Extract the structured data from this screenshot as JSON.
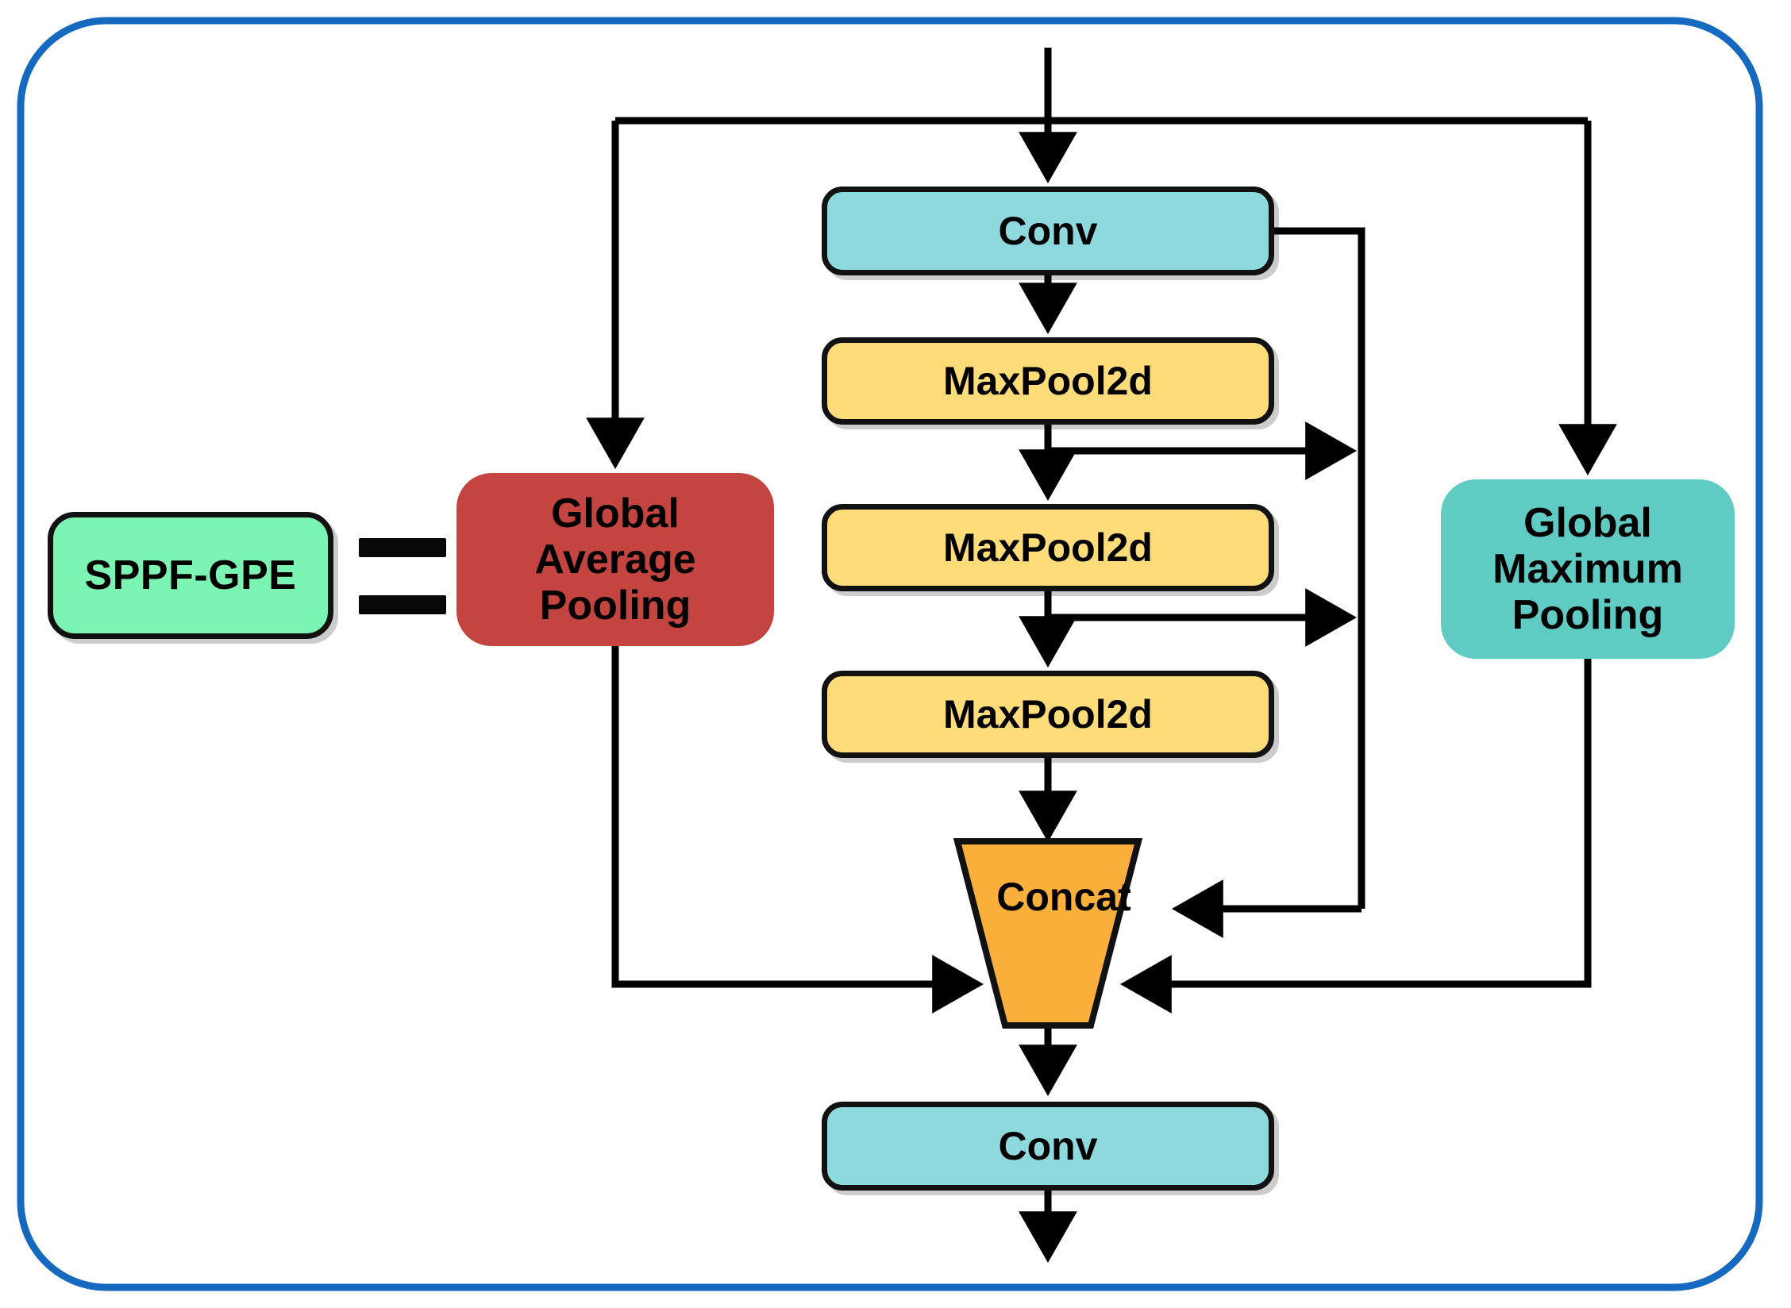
{
  "diagram": {
    "title": "SPPF-GPE",
    "outer_border_color": "#1569BF",
    "equals_symbol": "=",
    "nodes": [
      {
        "id": "sppf_gpe",
        "label": "SPPF-GPE",
        "shape": "rounded-rect",
        "color": "#7DF5B2",
        "bordered": true
      },
      {
        "id": "gap",
        "label": "Global\nAverage\nPooling",
        "shape": "rounded-rect",
        "color": "#C44440",
        "bordered": false
      },
      {
        "id": "conv_top",
        "label": "Conv",
        "shape": "rounded-rect",
        "color": "#8ED9DE",
        "bordered": true
      },
      {
        "id": "maxpool_1",
        "label": "MaxPool2d",
        "shape": "rounded-rect",
        "color": "#FFDC7A",
        "bordered": true
      },
      {
        "id": "maxpool_2",
        "label": "MaxPool2d",
        "shape": "rounded-rect",
        "color": "#FFDC7A",
        "bordered": true
      },
      {
        "id": "maxpool_3",
        "label": "MaxPool2d",
        "shape": "rounded-rect",
        "color": "#FFDC7A",
        "bordered": true
      },
      {
        "id": "concat",
        "label": "Concat",
        "shape": "inverted-trapezoid",
        "color": "#FBB03B",
        "bordered": true
      },
      {
        "id": "gmp",
        "label": "Global\nMaximum\nPooling",
        "shape": "rounded-rect",
        "color": "#5FCBC2",
        "bordered": false
      },
      {
        "id": "conv_bot",
        "label": "Conv",
        "shape": "rounded-rect",
        "color": "#8ED9DE",
        "bordered": true
      }
    ],
    "edges": [
      {
        "from": "input",
        "to": "conv_top"
      },
      {
        "from": "input",
        "to": "gap"
      },
      {
        "from": "input",
        "to": "gmp"
      },
      {
        "from": "conv_top",
        "to": "maxpool_1"
      },
      {
        "from": "conv_top",
        "to": "concat"
      },
      {
        "from": "maxpool_1",
        "to": "maxpool_2"
      },
      {
        "from": "maxpool_1",
        "to": "concat"
      },
      {
        "from": "maxpool_2",
        "to": "maxpool_3"
      },
      {
        "from": "maxpool_2",
        "to": "concat"
      },
      {
        "from": "maxpool_3",
        "to": "concat"
      },
      {
        "from": "gap",
        "to": "concat"
      },
      {
        "from": "gmp",
        "to": "concat"
      },
      {
        "from": "concat",
        "to": "conv_bot"
      },
      {
        "from": "conv_bot",
        "to": "output"
      }
    ]
  }
}
